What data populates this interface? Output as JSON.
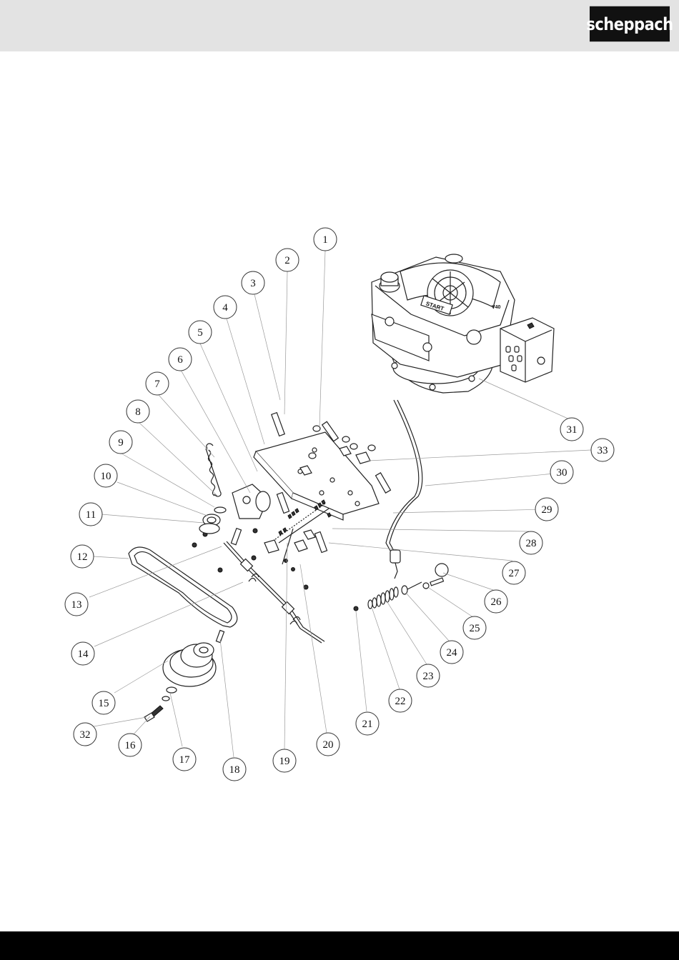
{
  "header": {
    "brand": "scheppach"
  },
  "diagram": {
    "callouts": [
      {
        "id": "1",
        "label": "1"
      },
      {
        "id": "2",
        "label": "2"
      },
      {
        "id": "3",
        "label": "3"
      },
      {
        "id": "4",
        "label": "4"
      },
      {
        "id": "5",
        "label": "5"
      },
      {
        "id": "6",
        "label": "6"
      },
      {
        "id": "7",
        "label": "7"
      },
      {
        "id": "8",
        "label": "8"
      },
      {
        "id": "9",
        "label": "9"
      },
      {
        "id": "10",
        "label": "10"
      },
      {
        "id": "11",
        "label": "11"
      },
      {
        "id": "12",
        "label": "12"
      },
      {
        "id": "13",
        "label": "13"
      },
      {
        "id": "14",
        "label": "14"
      },
      {
        "id": "15",
        "label": "15"
      },
      {
        "id": "16",
        "label": "16"
      },
      {
        "id": "17",
        "label": "17"
      },
      {
        "id": "18",
        "label": "18"
      },
      {
        "id": "19",
        "label": "19"
      },
      {
        "id": "20",
        "label": "20"
      },
      {
        "id": "21",
        "label": "21"
      },
      {
        "id": "22",
        "label": "22"
      },
      {
        "id": "23",
        "label": "23"
      },
      {
        "id": "24",
        "label": "24"
      },
      {
        "id": "25",
        "label": "25"
      },
      {
        "id": "26",
        "label": "26"
      },
      {
        "id": "27",
        "label": "27"
      },
      {
        "id": "28",
        "label": "28"
      },
      {
        "id": "29",
        "label": "29"
      },
      {
        "id": "30",
        "label": "30"
      },
      {
        "id": "31",
        "label": "31"
      },
      {
        "id": "32",
        "label": "32"
      },
      {
        "id": "33",
        "label": "33"
      }
    ],
    "engine_labels": {
      "start": "START",
      "model": "V40"
    }
  }
}
